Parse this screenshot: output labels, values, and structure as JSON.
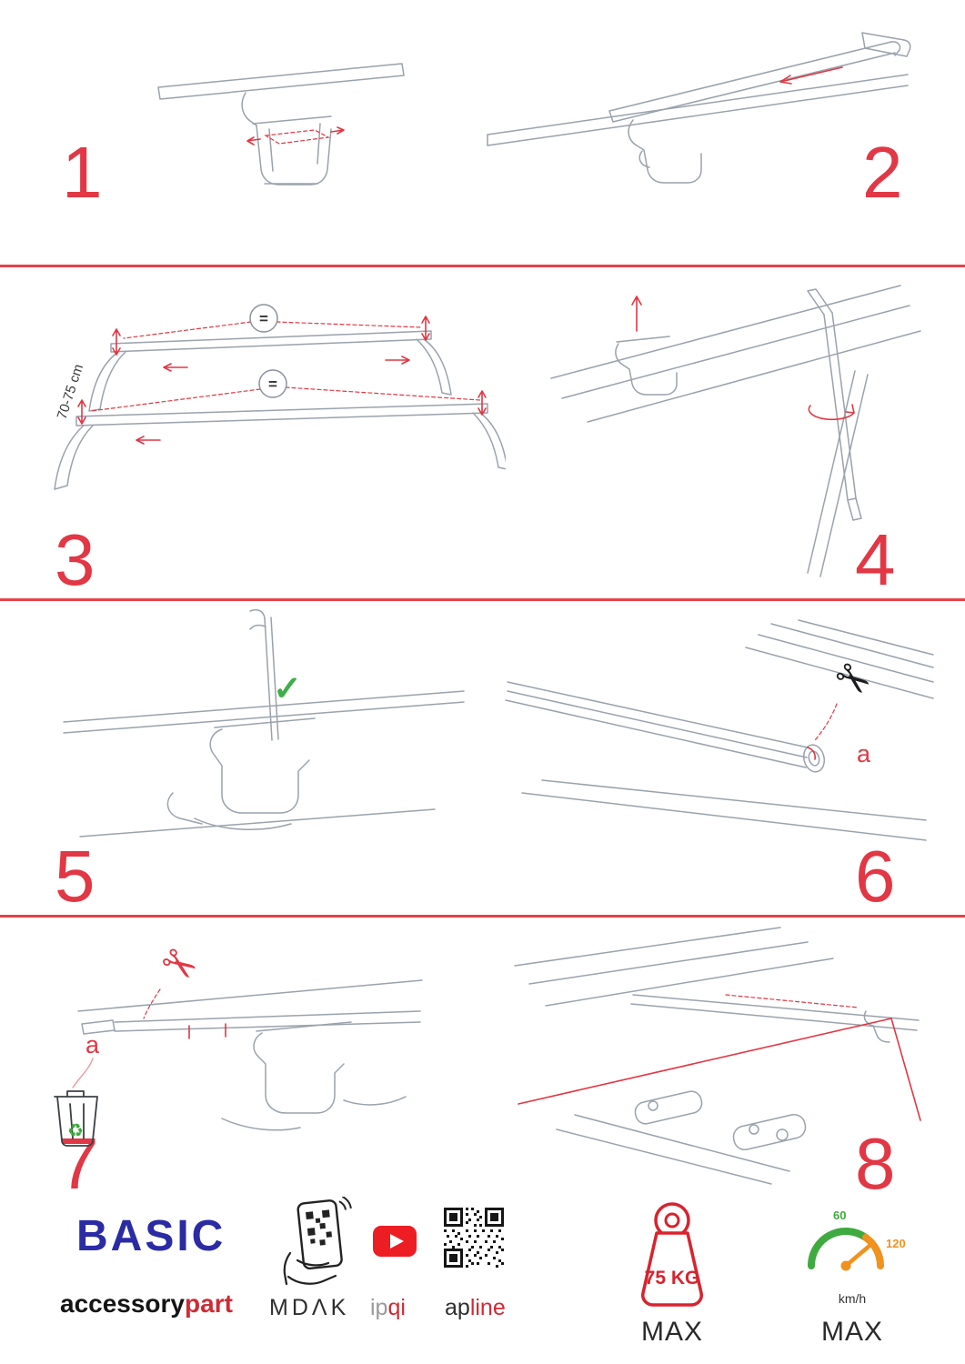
{
  "palette": {
    "accent_red": "#e23744",
    "brand_red": "#cf2b34",
    "logo_blue": "#2b2ba6",
    "line_gray": "#9aa2ab",
    "check_green": "#3fae49",
    "gauge_green": "#3faa3f",
    "gauge_orange": "#f0921e"
  },
  "steps": [
    {
      "number": "1"
    },
    {
      "number": "2"
    },
    {
      "number": "3",
      "measurement": "70-75 cm",
      "equal_sign": "="
    },
    {
      "number": "4"
    },
    {
      "number": "5"
    },
    {
      "number": "6",
      "cut_label": "a"
    },
    {
      "number": "7",
      "cut_label": "a"
    },
    {
      "number": "8"
    }
  ],
  "icons": {
    "scissors": "✂",
    "checkmark": "✓",
    "recycle": "♻"
  },
  "footer": {
    "logo_text": "BASIC",
    "brand_part1": "accessory",
    "brand_part2": "part",
    "app_name": "MDΛK",
    "channel_part1": "ip",
    "channel_part2": "qi",
    "site_part1": "ap",
    "site_part2": "line",
    "max_load": "75 KG",
    "max_load_label": "MAX",
    "speed_tick_low": "60",
    "speed_tick_high": "120",
    "speed_unit": "km/h",
    "speed_label": "MAX"
  }
}
